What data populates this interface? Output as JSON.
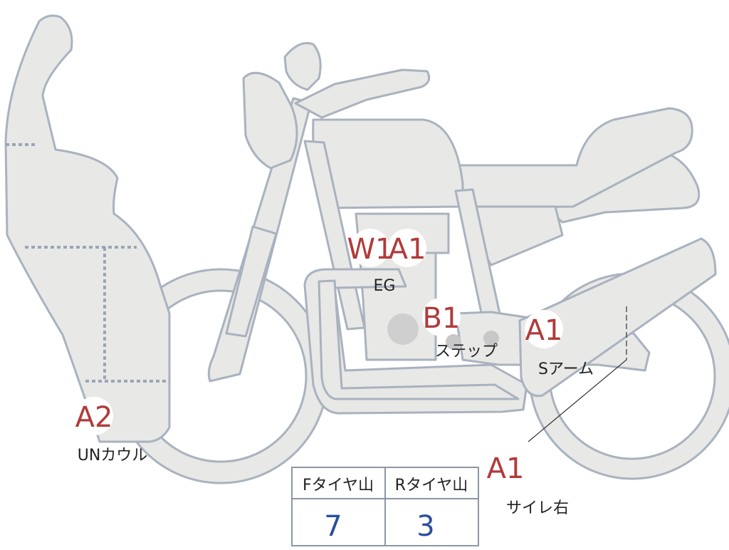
{
  "colors": {
    "body_fill": "#e8e8e6",
    "body_stroke": "#a9b2bf",
    "badge_text": "#b23a3a",
    "badge_fill": "#ffffff",
    "label_text": "#222222",
    "table_border": "#8a97a8",
    "table_value": "#2a4e9e",
    "dash": "#9aa6b6",
    "engine_disc": "#cfcfcf"
  },
  "badges": [
    {
      "code": "W1",
      "label": ""
    },
    {
      "code": "A1",
      "label": "EG"
    },
    {
      "code": "B1",
      "label": "ステップ"
    },
    {
      "code": "A1",
      "label": "Sアーム"
    },
    {
      "code": "A2",
      "label": "UNカウル"
    },
    {
      "code": "A1",
      "label": "サイレ右"
    }
  ],
  "tread_table": {
    "headers": [
      "Fタイヤ山",
      "Rタイヤ山"
    ],
    "values": [
      "7",
      "3"
    ]
  }
}
